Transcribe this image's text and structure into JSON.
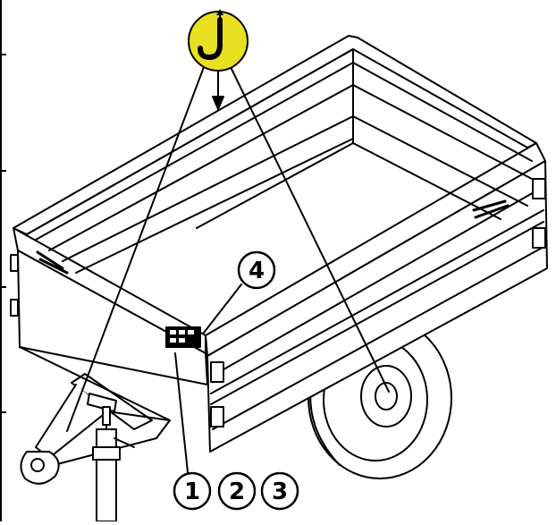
{
  "diagram": {
    "lift_icon": "lift-hook-icon",
    "lift_icon_color": "#e8e020",
    "callouts": [
      {
        "label": "1"
      },
      {
        "label": "2"
      },
      {
        "label": "3"
      },
      {
        "label": "4"
      }
    ]
  }
}
